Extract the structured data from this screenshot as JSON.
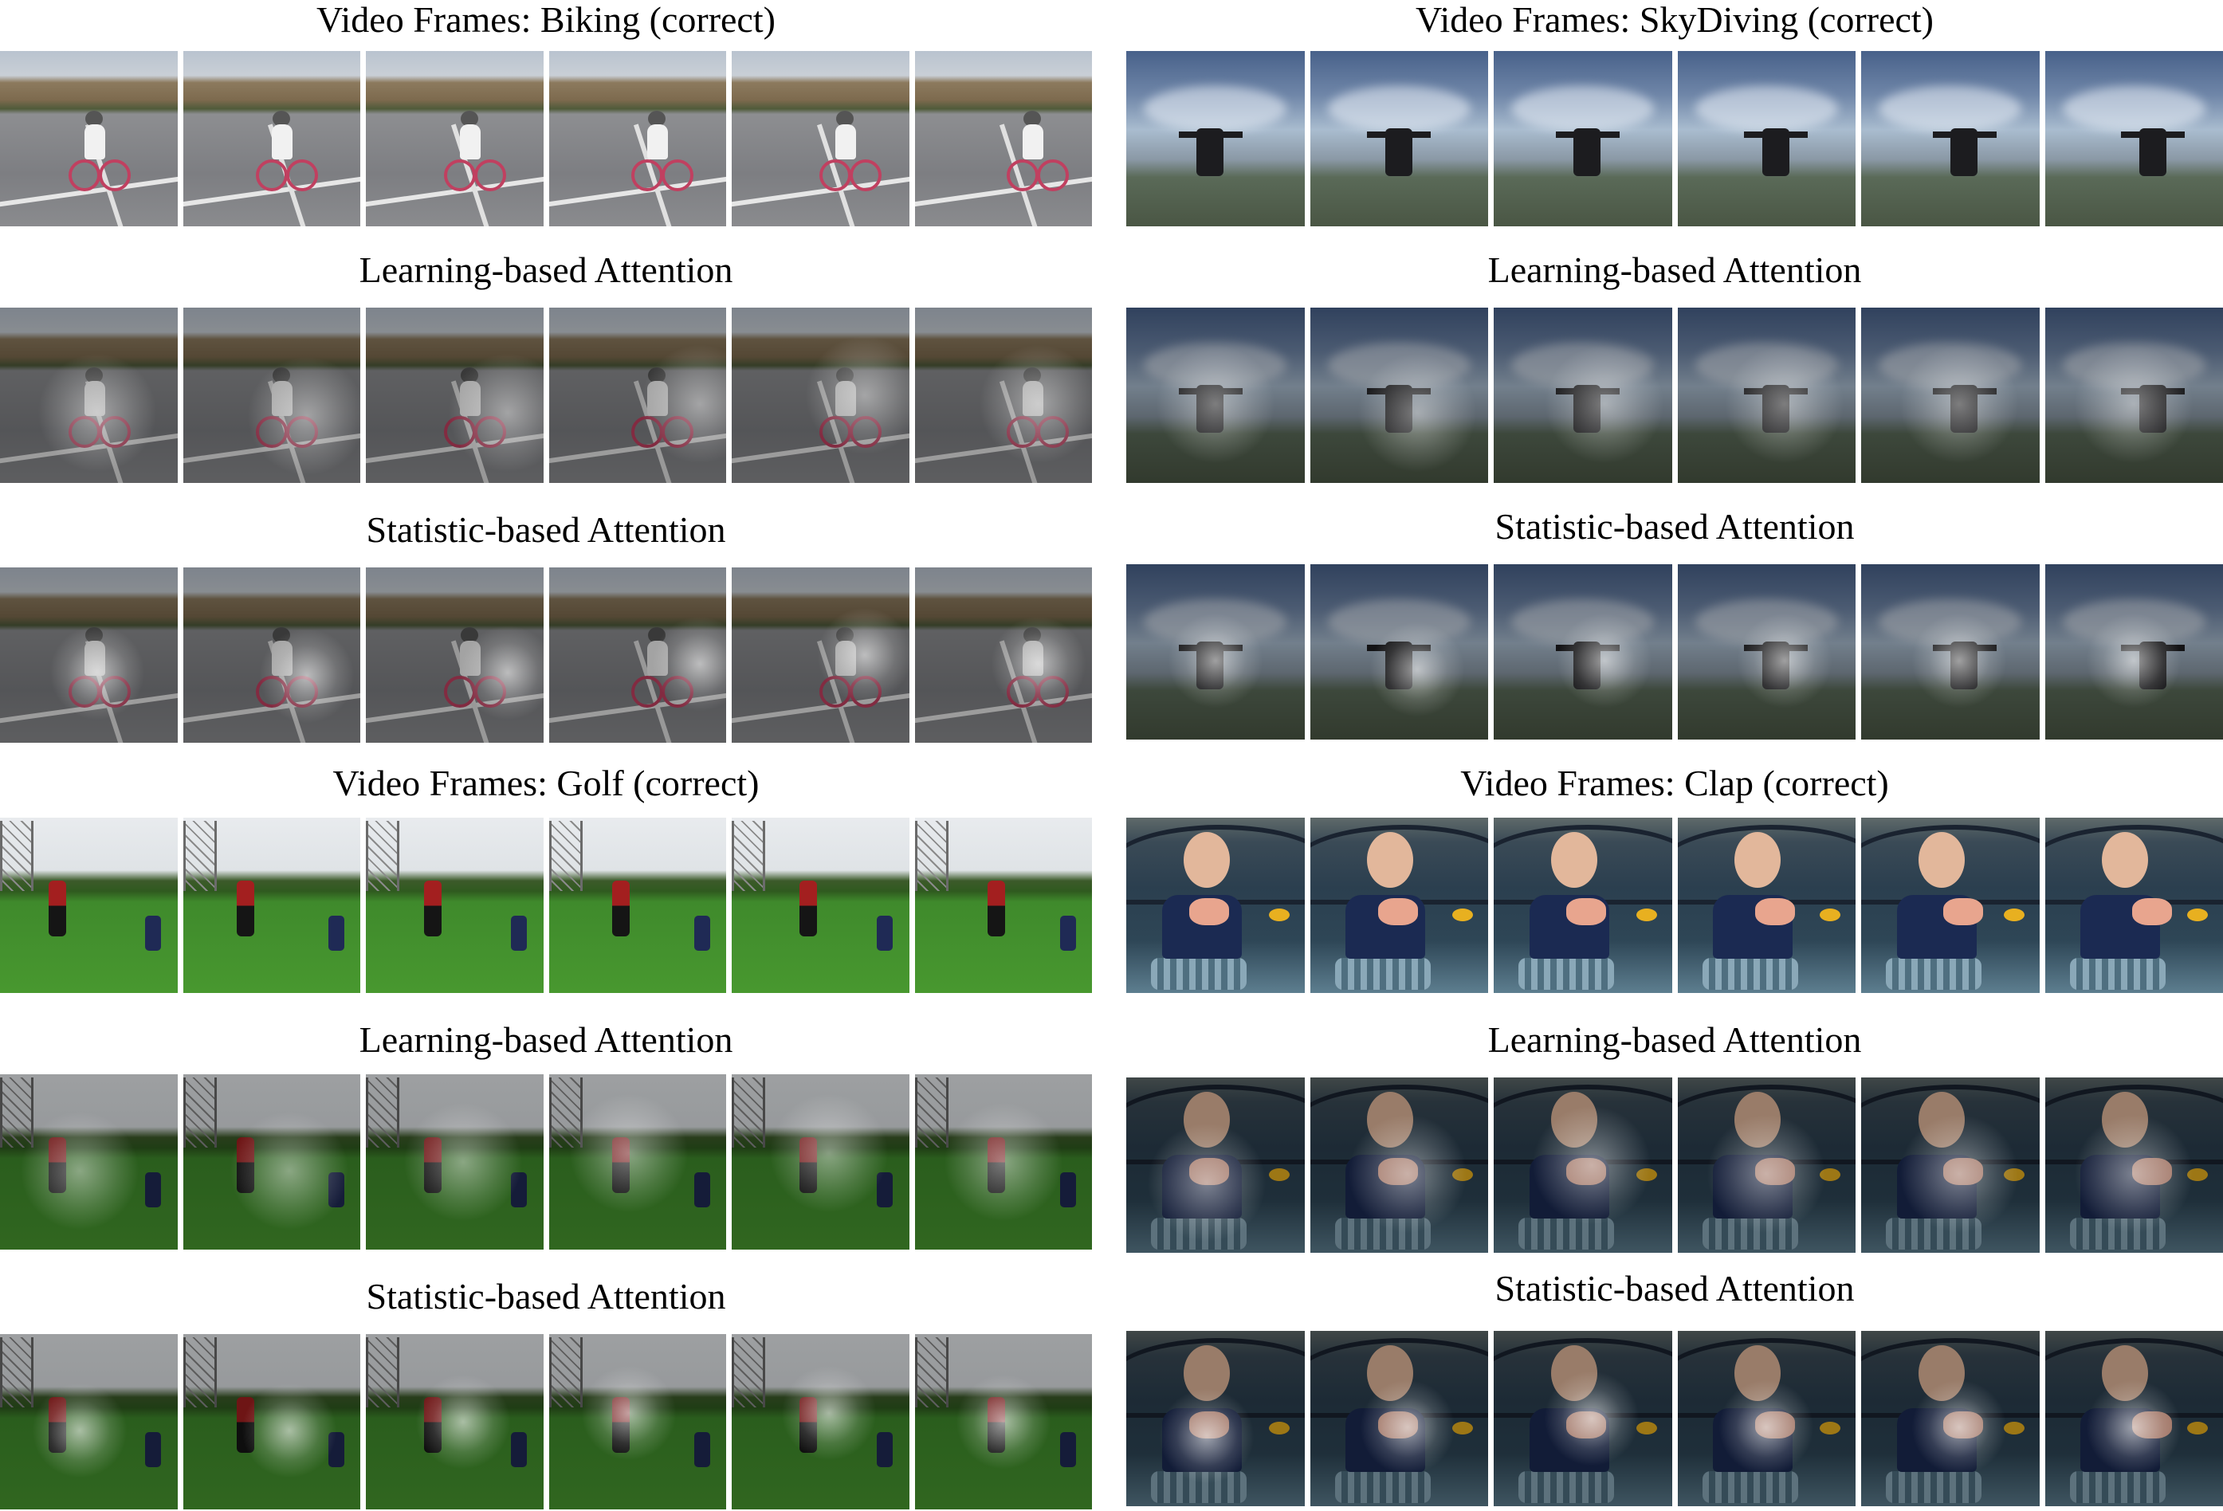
{
  "panels": [
    {
      "id": "biking",
      "scene": "biking",
      "rows": [
        {
          "label": "Video Frames: Biking (correct)",
          "variant": "original"
        },
        {
          "label": "Learning-based Attention",
          "variant": "learning"
        },
        {
          "label": "Statistic-based Attention",
          "variant": "statistic"
        }
      ],
      "frames_per_row": 6
    },
    {
      "id": "skydiving",
      "scene": "sky",
      "rows": [
        {
          "label": "Video Frames: SkyDiving (correct)",
          "variant": "original"
        },
        {
          "label": "Learning-based Attention",
          "variant": "learning"
        },
        {
          "label": "Statistic-based Attention",
          "variant": "statistic"
        }
      ],
      "frames_per_row": 6
    },
    {
      "id": "golf",
      "scene": "golf",
      "rows": [
        {
          "label": "Video Frames: Golf (correct)",
          "variant": "original"
        },
        {
          "label": "Learning-based Attention",
          "variant": "learning"
        },
        {
          "label": "Statistic-based Attention",
          "variant": "statistic"
        }
      ],
      "frames_per_row": 6
    },
    {
      "id": "clap",
      "scene": "clap",
      "rows": [
        {
          "label": "Video Frames: Clap (correct)",
          "variant": "original"
        },
        {
          "label": "Learning-based Attention",
          "variant": "learning"
        },
        {
          "label": "Statistic-based Attention",
          "variant": "statistic"
        }
      ],
      "frames_per_row": 6
    }
  ]
}
